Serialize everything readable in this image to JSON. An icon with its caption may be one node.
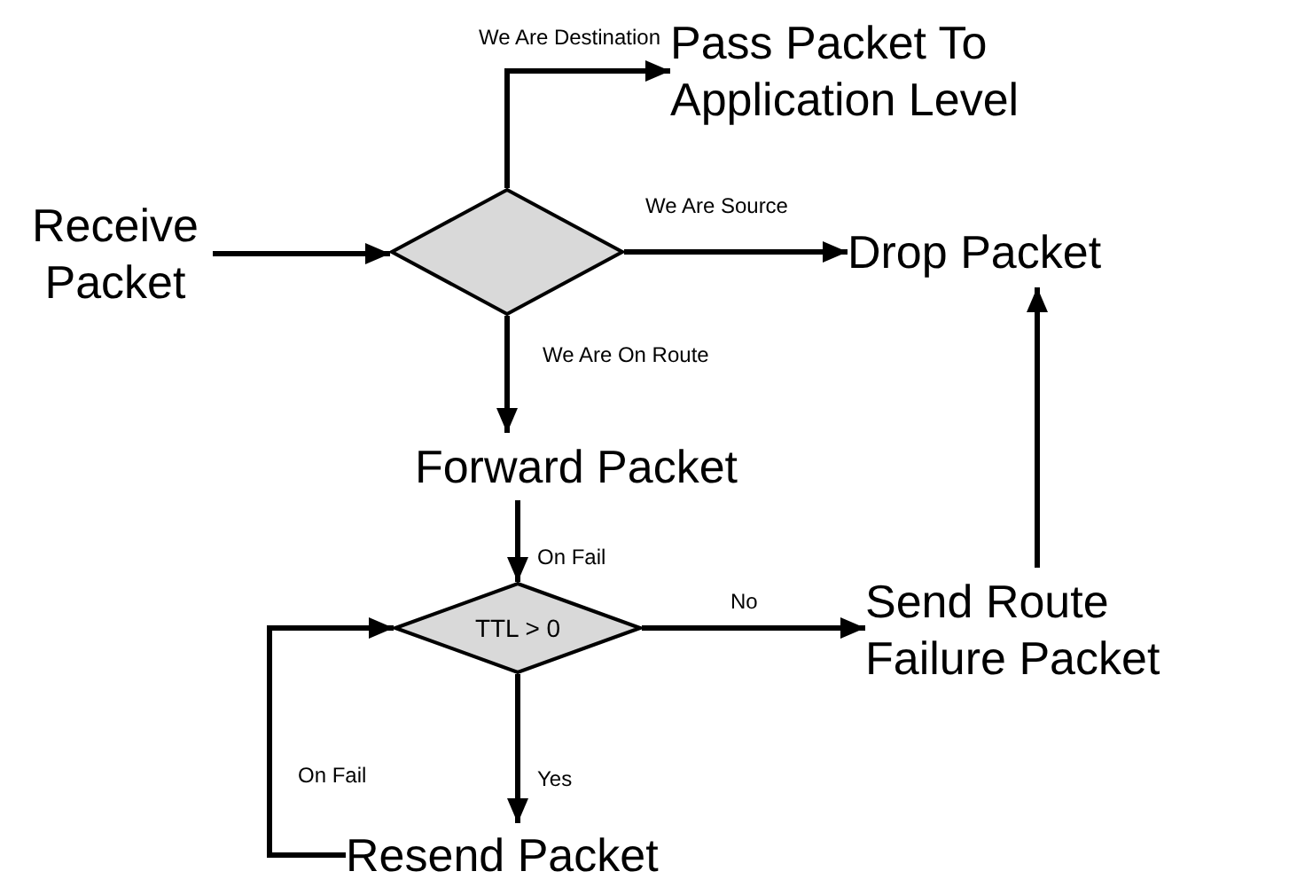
{
  "diagram": {
    "nodes": [
      {
        "text": [
          "Receive Packet"
        ]
      },
      {
        "text": [],
        "shape": "diamond"
      },
      {
        "text": [
          "Pass Packet To Application Level"
        ]
      },
      {
        "text": [
          "Drop Packet"
        ]
      },
      {
        "text": [
          "Forward Packet"
        ]
      },
      {
        "text": [
          "TTL > 0"
        ]
      },
      {
        "text": [
          "Send Route Failure Packet"
        ]
      },
      {
        "text": [
          "Resend Packet"
        ]
      }
    ],
    "edges": [
      {
        "from": 0,
        "to": 1,
        "arrow": "to"
      },
      {
        "from": 1,
        "to": 2,
        "arrow": "to",
        "label": "We Are Destination"
      },
      {
        "from": 1,
        "to": 3,
        "arrow": "to",
        "label": "We Are Source"
      },
      {
        "from": 1,
        "to": 4,
        "arrow": "to",
        "label": "We Are On Route"
      },
      {
        "from": 4,
        "to": 5,
        "arrow": "to",
        "label": "On Fail"
      },
      {
        "from": 5,
        "to": 6,
        "arrow": "to",
        "label": "No"
      },
      {
        "from": 5,
        "to": 7,
        "arrow": "to",
        "label": "Yes"
      },
      {
        "from": 7,
        "to": 5,
        "arrow": "to",
        "label": "On Fail"
      },
      {
        "from": 6,
        "to": 3,
        "arrow": "to"
      }
    ]
  }
}
